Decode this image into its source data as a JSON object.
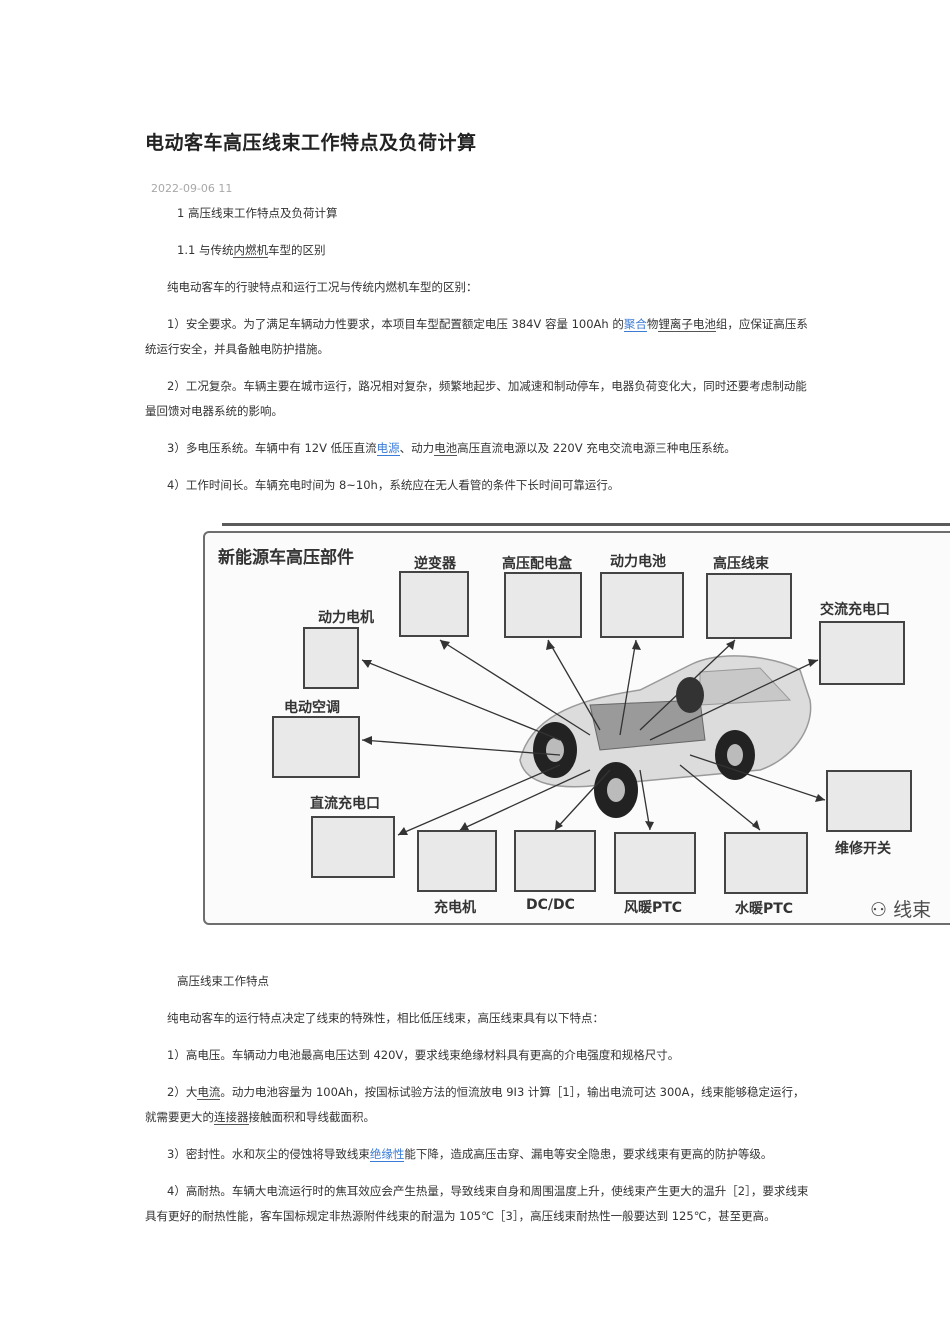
{
  "article": {
    "title": "电动客车高压线束工作特点及负荷计算",
    "date": "2022-09-06 11",
    "h1": "1 高压线束工作特点及负荷计算",
    "h1_1": {
      "pre": "1.1 与传统",
      "ul": "内燃机",
      "post": "车型的区别"
    },
    "p_intro": "纯电动客车的行驶特点和运行工况与传统内燃机车型的区别：",
    "p1": {
      "a": "1）安全要求。为了满足车辆动力性要求，本项目车型配置额定电压 384V 容量 100Ah 的",
      "link": "聚合",
      "b": "物",
      "ul": "锂离子电池",
      "c": "组，应保证高压系统运行安全，并具备触电防护措施。"
    },
    "p2": "2）工况复杂。车辆主要在城市运行，路况相对复杂，频繁地起步、加减速和制动停车，电器负荷变化大，同时还要考虑制动能量回馈对电器系统的影响。",
    "p3": {
      "a": "3）多电压系统。车辆中有 12V 低压直流",
      "link": "电源",
      "b": "、动力",
      "ul": "电池",
      "c": "高压直流电源以及 220V 充电交流电源三种电压系统。"
    },
    "p4": "4）工作时间长。车辆充电时间为 8~10h，系统应在无人看管的条件下长时间可靠运行。",
    "h_features": "高压线束工作特点",
    "p_features_intro": "纯电动客车的运行特点决定了线束的特殊性，相比低压线束，高压线束具有以下特点：",
    "f1": "1）高电压。车辆动力电池最高电压达到 420V，要求线束绝缘材料具有更高的介电强度和规格尺寸。",
    "f2": {
      "a": "2）大",
      "ul1": "电流",
      "b": "。动力电池容量为 100Ah，按国标试验方法的恒流放电 9I3 计算［1］，输出电流可达 300A，线束能够稳定运行，就需要更大的",
      "ul2": "连接器",
      "c": "接触面积和导线截面积。"
    },
    "f3": {
      "a": "3）密封性。水和灰尘的侵蚀将导致线束",
      "link": "绝缘性",
      "b": "能下降，造成高压击穿、漏电等安全隐患，要求线束有更高的防护等级。"
    },
    "f4": "4）高耐热。车辆大电流运行时的焦耳效应会产生热量，导致线束自身和周围温度上升，使线束产生更大的温升［2］，要求线束具有更好的耐热性能，客车国标规定非热源附件线束的耐温为 105℃［3］，高压线束耐热性一般要达到 125℃，甚至更高。"
  },
  "figure": {
    "title": "新能源车高压部件",
    "components": {
      "inverter": "逆变器",
      "hv_box": "高压配电盒",
      "battery": "动力电池",
      "hv_harness": "高压线束",
      "ac_charge": "交流充电口",
      "motor": "动力电机",
      "ac": "电动空调",
      "dc_charge": "直流充电口",
      "charger": "充电机",
      "dcdc": "DC/DC",
      "air_ptc": "风暖PTC",
      "water_ptc": "水暖PTC",
      "msd": "维修开关"
    },
    "watermark": "线束"
  }
}
